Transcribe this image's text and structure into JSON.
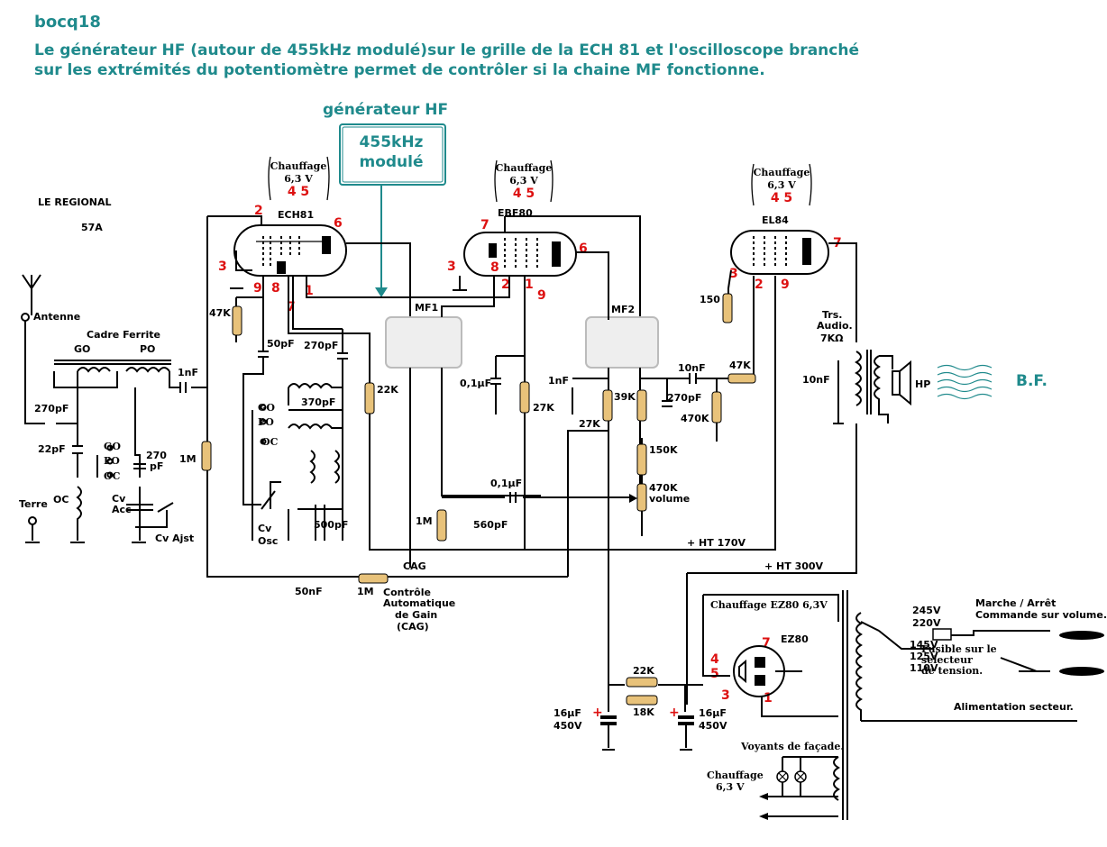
{
  "header": {
    "user": "bocq18",
    "line1": "Le générateur HF (autour de 455kHz modulé)sur le grille de la ECH 81 et l'oscilloscope branché",
    "line2": "sur les extrémités du potentiomètre permet de contrôler si la chaine MF fonctionne."
  },
  "generator": {
    "title": "générateur HF",
    "line1": "455kHz",
    "line2": "modulé"
  },
  "radio": {
    "name": "LE REGIONAL",
    "model": "57A"
  },
  "tubes": [
    {
      "name": "ECH81",
      "heater1": "Chauffage",
      "heater2": "6,3 V",
      "heater_pins": "4 5"
    },
    {
      "name": "EBF80",
      "heater1": "Chauffage",
      "heater2": "6,3 V",
      "heater_pins": "4 5"
    },
    {
      "name": "EL84",
      "heater1": "Chauffage",
      "heater2": "6,3 V",
      "heater_pins": "4 5"
    }
  ],
  "pins": {
    "ech_2": "2",
    "ech_6": "6",
    "ech_3": "3",
    "ech_9": "9",
    "ech_8": "8",
    "ech_7": "7",
    "ech_1": "1",
    "ebf_7": "7",
    "ebf_8": "8",
    "ebf_6": "6",
    "ebf_3": "3",
    "ebf_2": "2",
    "ebf_1": "1",
    "ebf_9": "9",
    "el_7": "7",
    "el_3": "3",
    "el_2": "2",
    "el_9": "9",
    "ez_7": "7",
    "ez_4": "4",
    "ez_5": "5",
    "ez_3": "3",
    "ez_1": "1"
  },
  "labels": {
    "antenne": "Antenne",
    "cadre": "Cadre Ferrite",
    "go": "GO",
    "po": "PO",
    "oc": "OC",
    "terre": "Terre",
    "cv_acc1": "Cv",
    "cv_acc2": "Acc",
    "cv_ajst": "Cv Ajst",
    "cv_osc1": "Cv",
    "cv_osc2": "Osc",
    "mf1": "MF1",
    "mf2": "MF2",
    "cag": "CAG",
    "cag1": "Contrôle",
    "cag2": "Automatique",
    "cag3": "de Gain",
    "cag4": "(CAG)",
    "ht170": "+ HT 170V",
    "ht300": "+ HT 300V",
    "trs1": "Trs.",
    "trs2": "Audio.",
    "trs3": "7KΩ",
    "hp": "HP",
    "bf": "B.F.",
    "ez80": "EZ80",
    "ch_ez80": "Chauffage EZ80 6,3V",
    "v245": "245V",
    "v220": "220V",
    "v145": "145V",
    "v125": "125V",
    "v110": "110V",
    "fus1": "Fusible sur le",
    "fus2": "selecteur",
    "fus3": "de tension.",
    "ma1": "Marche / Arrêt",
    "ma2": "Commande sur volume.",
    "alim": "Alimentation secteur.",
    "voyants": "Voyants de façade.",
    "ch2a": "Chauffage",
    "ch2b": "6,3 V",
    "volume": "volume"
  },
  "components": {
    "c270pf_a": "270pF",
    "c22pf": "22pF",
    "c270pf_b": "270",
    "c270pf_b2": "pF",
    "c1nf_a": "1nF",
    "r1m_a": "1M",
    "r47k_a": "47K",
    "c50pf": "50pF",
    "c270pf_c": "270pF",
    "c370pf": "370pF",
    "c500pf": "500pF",
    "r22k_a": "22K",
    "c01uf_a": "0,1µF",
    "r27k_a": "27K",
    "r1m_b": "1M",
    "c560pf": "560pF",
    "c01uf_b": "0,1µF",
    "c50nf": "50nF",
    "r1m_c": "1M",
    "c1nf_b": "1nF",
    "r27k_b": "27K",
    "r39k": "39K",
    "c270pf_d": "270pF",
    "r150k": "150K",
    "r470k_vol": "470K",
    "c10nf_a": "10nF",
    "r47k_b": "47K",
    "r470k_b": "470K",
    "r150": "150",
    "c10nf_b": "10nF",
    "r22k_b": "22K",
    "r18k": "18K",
    "c16uf_a": "16µF",
    "c16uf_a2": "450V",
    "c16uf_b": "16µF",
    "c16uf_b2": "450V"
  },
  "colors": {
    "accent": "#1f8a8c",
    "pin": "#d11111"
  }
}
